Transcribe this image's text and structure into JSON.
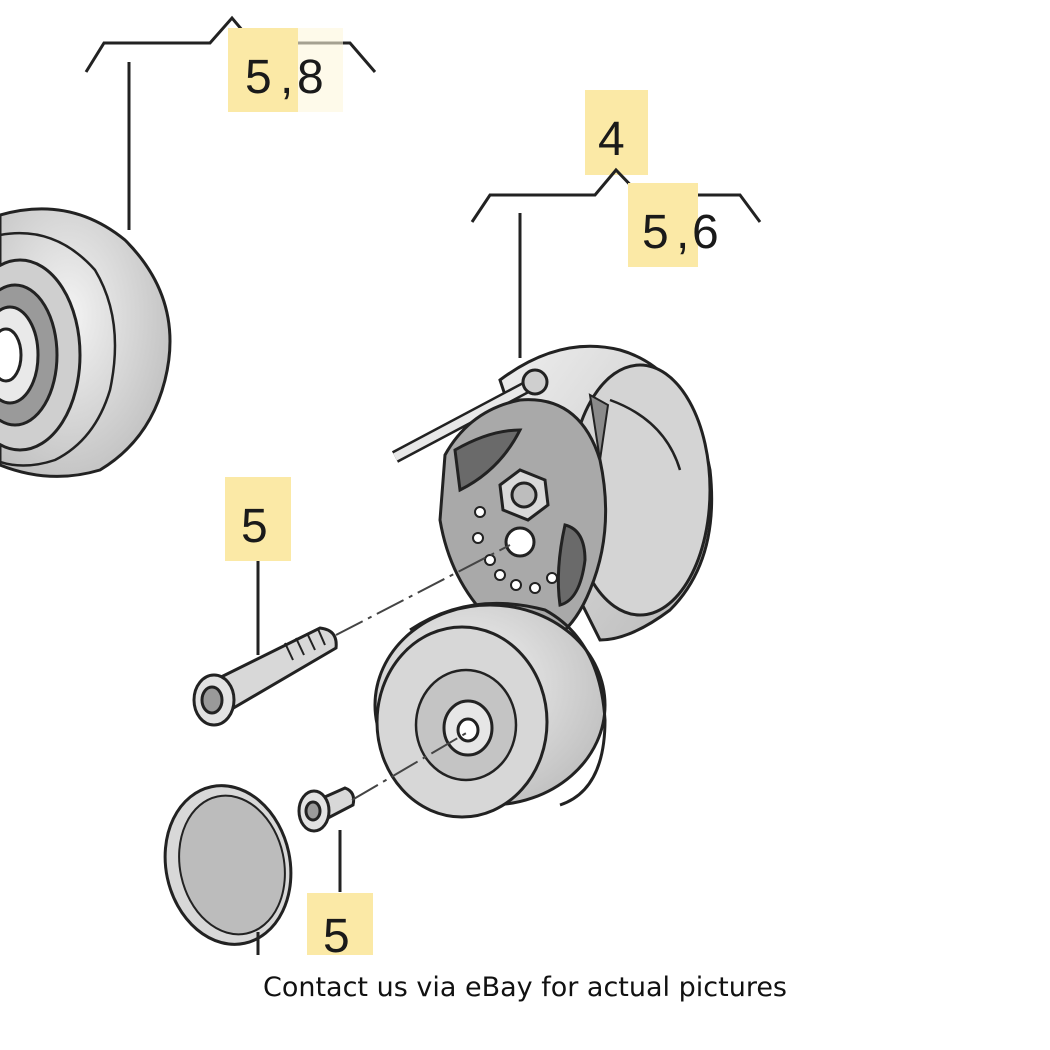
{
  "diagram": {
    "callouts": {
      "top_left": {
        "primary": "5",
        "secondary": "8",
        "separator": ","
      },
      "top_right_group": {
        "label": "4"
      },
      "top_right": {
        "primary": "5",
        "secondary": "6",
        "separator": ","
      },
      "bolt": {
        "label": "5"
      },
      "bottom": {
        "label": "5"
      }
    },
    "colors": {
      "highlight": "#fbe9a6",
      "line": "#222222",
      "part_fill": "#dedede",
      "part_dark": "#6a6a6a"
    }
  },
  "footer": {
    "caption": "Contact us via eBay for actual pictures"
  }
}
